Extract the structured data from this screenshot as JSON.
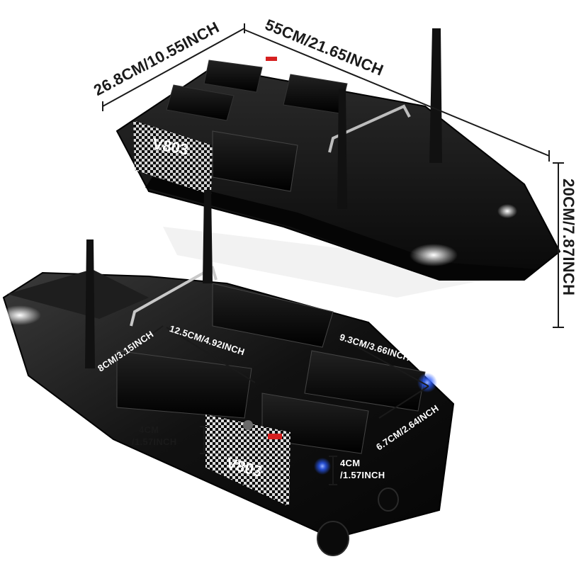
{
  "dimensions": {
    "width_26_8": "26.8CM/10.55INCH",
    "length_55": "55CM/21.65INCH",
    "height_20": "20CM/7.87INCH",
    "compartment_8": "8CM/3.15INCH",
    "compartment_12_5": "12.5CM/4.92INCH",
    "compartment_9_3": "9.3CM/3.66INCH",
    "compartment_6_7": "6.7CM/2.64INCH",
    "depth_left_cm": "4CM",
    "depth_left_inch": "/1.57INCH",
    "depth_right_cm": "4CM",
    "depth_right_inch": "/1.57INCH"
  },
  "product": {
    "model_label_top": "V803",
    "model_label_bottom": "V803"
  },
  "colors": {
    "hull": "#0c0c0c",
    "hull_highlight": "#3a3a3a",
    "led_blue": "#2a5cff",
    "headlight": "#ffffff",
    "battery_indicator": "#d62020"
  }
}
